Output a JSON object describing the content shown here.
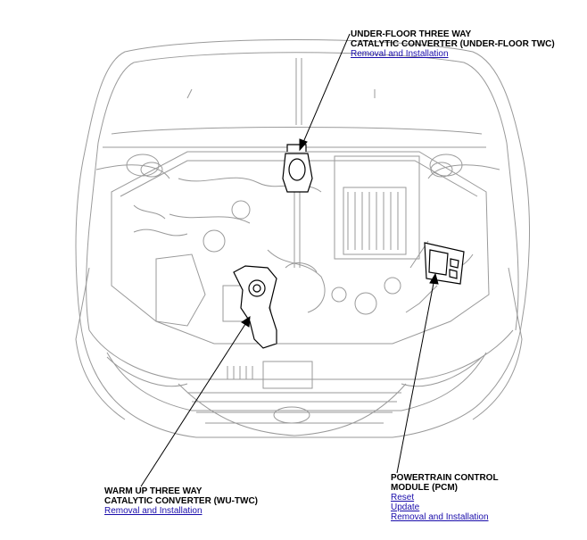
{
  "callouts": {
    "underfloor_twc": {
      "title_line1": "UNDER-FLOOR THREE WAY",
      "title_line2": "CATALYTIC CONVERTER (UNDER-FLOOR TWC)",
      "links": [
        "Removal and Installation"
      ]
    },
    "warmup_twc": {
      "title_line1": "WARM UP THREE WAY",
      "title_line2": "CATALYTIC CONVERTER (WU-TWC)",
      "links": [
        "Removal and Installation"
      ]
    },
    "pcm": {
      "title_line1": "POWERTRAIN CONTROL",
      "title_line2": "MODULE (PCM)",
      "links": [
        "Reset",
        "Update",
        "Removal and Installation"
      ]
    }
  },
  "colors": {
    "link": "#1a0dab",
    "line_art": "#9a9a9a",
    "highlight": "#000000"
  }
}
